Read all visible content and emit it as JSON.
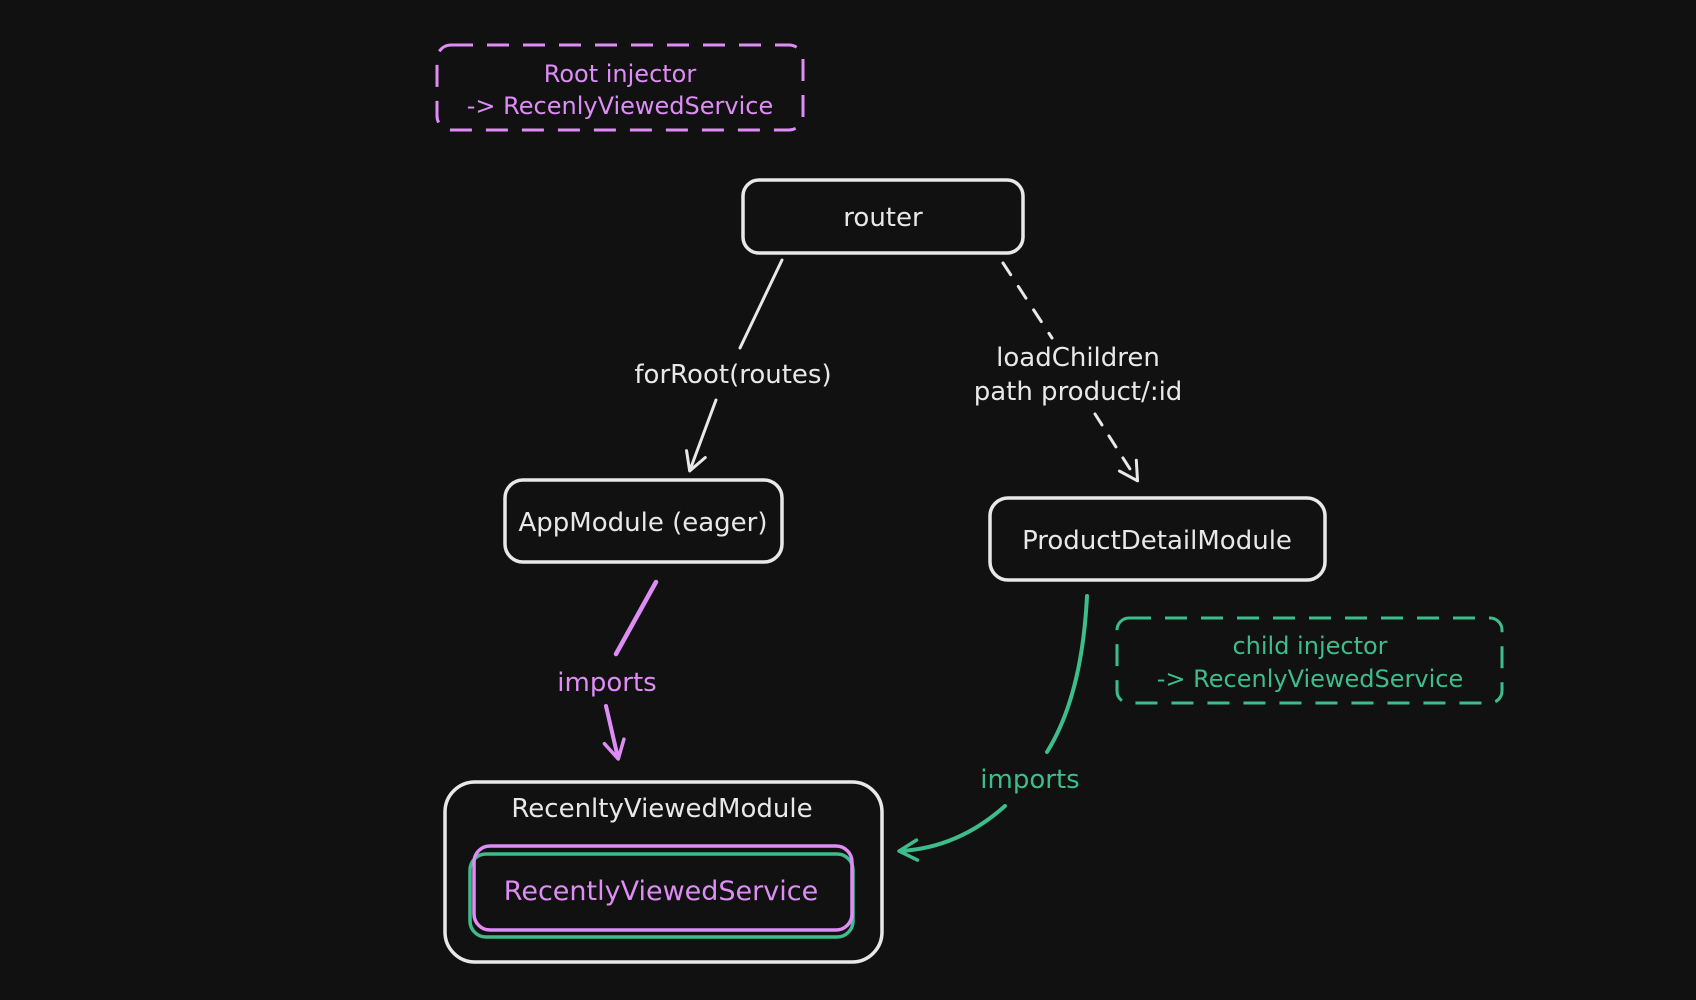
{
  "diagram": {
    "title": "Angular injector / lazy module diagram",
    "colors": {
      "background": "#111111",
      "stroke_default": "#e8e8e8",
      "accent_purple": "#de8df5",
      "accent_green": "#3dbd8c"
    },
    "nodes": {
      "root_injector_note": {
        "line1": "Root injector",
        "line2": "-> RecenlyViewedService"
      },
      "router": {
        "label": "router"
      },
      "app_module": {
        "label": "AppModule (eager)"
      },
      "product_detail_module": {
        "label": "ProductDetailModule"
      },
      "child_injector_note": {
        "line1": "child injector",
        "line2": "-> RecenlyViewedService"
      },
      "recently_viewed_module": {
        "label": "RecenltyViewedModule"
      },
      "recently_viewed_service": {
        "label": "RecentlyViewedService"
      }
    },
    "edges": {
      "for_root": {
        "label": "forRoot(routes)"
      },
      "load_children": {
        "line1": "loadChildren",
        "line2": "path product/:id"
      },
      "imports_left": {
        "label": "imports"
      },
      "imports_right": {
        "label": "imports"
      }
    }
  }
}
